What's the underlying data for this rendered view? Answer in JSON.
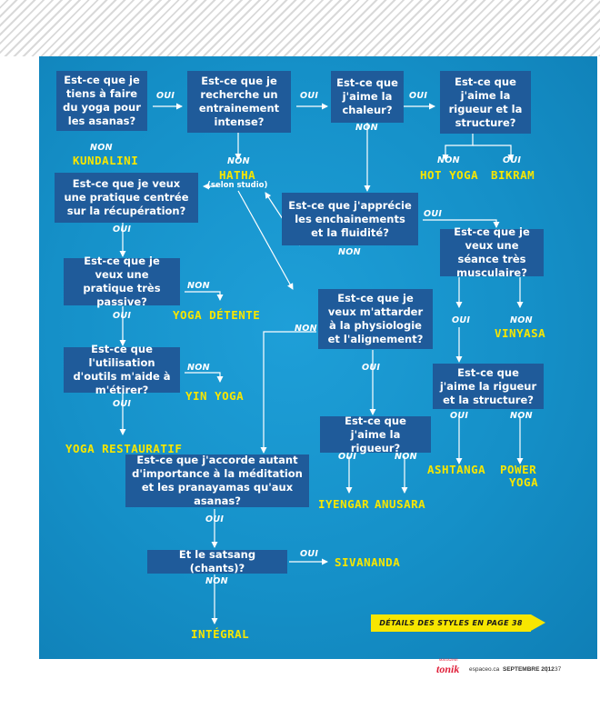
{
  "questions": {
    "q1": "Est-ce que je tiens à faire du yoga pour les asanas?",
    "q2": "Est-ce que je recherche un entrainement intense?",
    "q3": "Est-ce que j'aime la chaleur?",
    "q4": "Est-ce que j'aime la rigueur et la structure?",
    "q5": "Est-ce que je veux une pratique centrée sur la récupération?",
    "q6": "Est-ce que j'apprécie les enchainements et la fluidité?",
    "q7": "Est-ce que je veux une séance très musculaire?",
    "q8": "Est-ce que je veux une pratique très passive?",
    "q9": "Est-ce que je veux m'attarder à la physiologie et l'alignement?",
    "q10": "Est-ce que l'utilisation d'outils m'aide à m'étirer?",
    "q11": "Est-ce que j'aime la rigueur et la structure?",
    "q12": "Est-ce que j'aime la rigueur?",
    "q13": "Est-ce que j'accorde autant d'importance à la méditation et les pranayamas qu'aux asanas?",
    "q14": "Et le satsang (chants)?"
  },
  "labels": {
    "oui": "OUI",
    "non": "NON"
  },
  "results": {
    "kundalini": "KUNDALINI",
    "hatha": "HATHA",
    "hatha_note": "(selon studio)",
    "hot_yoga": "HOT YOGA",
    "bikram": "BIKRAM",
    "yoga_detente": "YOGA DÉTENTE",
    "vinyasa": "VINYASA",
    "yin_yoga": "YIN YOGA",
    "yoga_restauratif": "YOGA RESTAURATIF",
    "ashtanga": "ASHTANGA",
    "power_yoga_1": "POWER",
    "power_yoga_2": "YOGA",
    "iyengar": "IYENGAR",
    "anusara": "ANUSARA",
    "sivananda": "SIVANANDA",
    "integral": "INTÉGRAL"
  },
  "banner": "DÉTAILS DES STYLES EN PAGE 38",
  "footer": {
    "logo": "tonik",
    "logo_sup": "MAGAZINE",
    "site": "espaceo.ca",
    "issue": "SEPTEMBRE 2012",
    "page": "37"
  },
  "colors": {
    "panel": "#1590c8",
    "box": "#1f5b9a",
    "result": "#f7e600",
    "banner": "#f7e600"
  }
}
